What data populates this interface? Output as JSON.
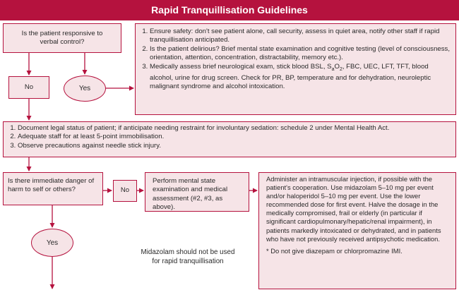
{
  "title": "Rapid Tranquillisation Guidelines",
  "q1": "Is the patient responsive to verbal control?",
  "no_label": "No",
  "yes_label": "Yes",
  "safety_steps": [
    "Ensure safety: don't see patient alone, call security, assess in quiet area, notify other staff if rapid tranquillisation anticipated.",
    "Is the patient delirious? Brief mental state examination and cognitive testing (level of consciousness, orientation, attention, concentration, distractability, memory etc.).",
    "Medically assess brief neurological exam, stick blood BSL, SaO2, FBC, UEC, LFT, TFT, blood alcohol, urine for drug screen. Check for PR, BP, temperature and for dehydration, neuroleptic malignant syndrome and alcohol intoxication."
  ],
  "step3_parts": {
    "a": "Medically assess brief neurological exam, stick blood BSL, S",
    "s1": "a",
    "o": "O",
    "s2": "2",
    "b": ", FBC, UEC, LFT, TFT, blood alcohol, urine for drug screen. Check for PR, BP, temperature and for dehydration, neuroleptic malignant syndrome and alcohol intoxication."
  },
  "legal_steps": [
    "Document legal status of patient; if anticipate needing restraint for involuntary sedation: schedule 2 under Mental Health Act.",
    "Adequate staff for at least 5-point immobilisation.",
    "Observe precautions against needle stick injury."
  ],
  "q2": "Is there immediate danger of harm to self or others?",
  "perform_exam": "Perform mental state examination and medical assessment (#2, #3, as above).",
  "im_text": "Administer an intramuscular injection, if possible with the patient's cooperation. Use midazolam 5–10 mg per event and/or haloperidol 5–10 mg per event. Use the lower recommended dose for first event. Halve the dosage in the medically compromised, frail or elderly (in particular if significant cardiopulmonary/hepatic/renal impairment), in patients markedly intoxicated or dehydrated, and in patients who have not previously received antipsychotic medication.",
  "im_note": "* Do not give diazepam or chlorpromazine IMI.",
  "midazolam_note": "Midazolam should not be used for rapid tranquillisation",
  "colors": {
    "accent": "#b5123e",
    "fill": "#f6e4e7"
  }
}
